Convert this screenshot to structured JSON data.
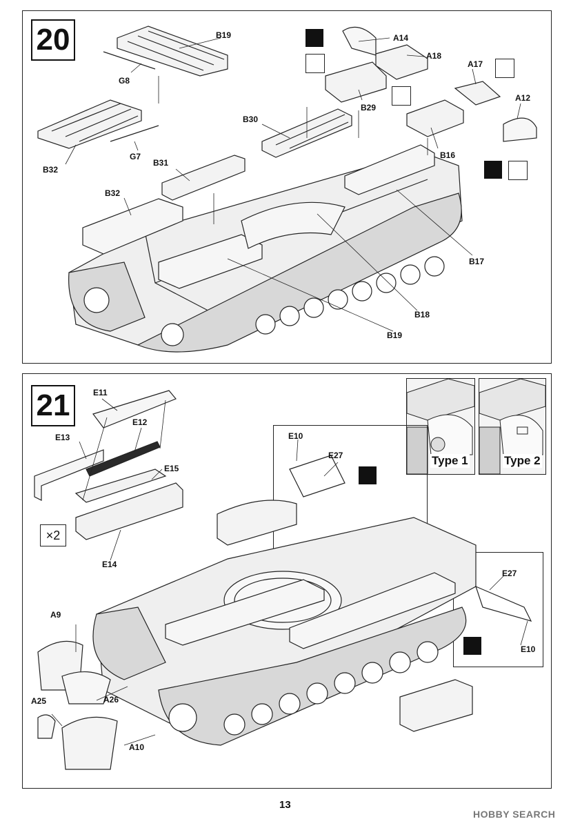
{
  "page_number": "13",
  "watermark": "HOBBY SEARCH",
  "step20": {
    "number": "20",
    "parts": {
      "B19a": "B19",
      "G8": "G8",
      "A14": "A14",
      "A18": "A18",
      "A17": "A17",
      "A12": "A12",
      "B29": "B29",
      "B30": "B30",
      "B16": "B16",
      "B32a": "B32",
      "G7": "G7",
      "B31": "B31",
      "B32b": "B32",
      "B17": "B17",
      "B18": "B18",
      "B19b": "B19"
    }
  },
  "step21": {
    "number": "21",
    "multiplier": "×2",
    "type1": "Type 1",
    "type2": "Type 2",
    "parts": {
      "E11": "E11",
      "E12": "E12",
      "E13": "E13",
      "E15": "E15",
      "E14": "E14",
      "E10a": "E10",
      "E27a": "E27",
      "E27b": "E27",
      "E10b": "E10",
      "A9": "A9",
      "A25": "A25",
      "A26": "A26",
      "A10": "A10"
    }
  },
  "icons": [
    "cement-icon",
    "cut-icon",
    "bend-icon"
  ]
}
